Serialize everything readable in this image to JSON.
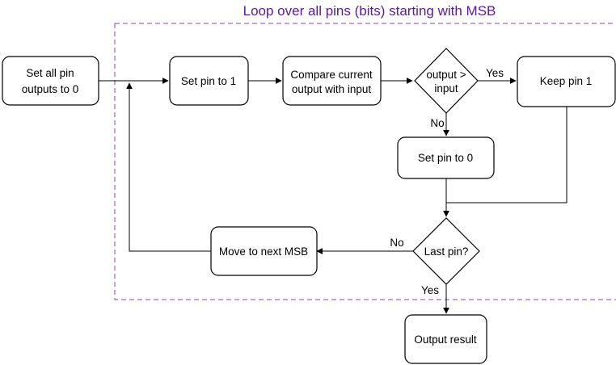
{
  "diagram": {
    "loop_title": "Loop over all pins (bits) starting with MSB",
    "colors": {
      "loop_title": "#5b1a99",
      "loop_border": "#b784c8",
      "stroke": "#000000"
    },
    "nodes": {
      "set_all": {
        "line1": "Set all pin",
        "line2": "outputs to 0"
      },
      "set_pin_1": {
        "text": "Set pin to 1"
      },
      "compare": {
        "line1": "Compare current",
        "line2": "output with input"
      },
      "output_gt_input": {
        "line1": "output >",
        "line2": "input"
      },
      "keep_pin": {
        "text": "Keep pin 1"
      },
      "set_pin_0": {
        "text": "Set pin to 0"
      },
      "last_pin": {
        "text": "Last pin?"
      },
      "move_next": {
        "text": "Move to next MSB"
      },
      "output_result": {
        "text": "Output result"
      }
    },
    "edge_labels": {
      "decision_yes": "Yes",
      "decision_no": "No",
      "last_no": "No",
      "last_yes": "Yes"
    }
  }
}
